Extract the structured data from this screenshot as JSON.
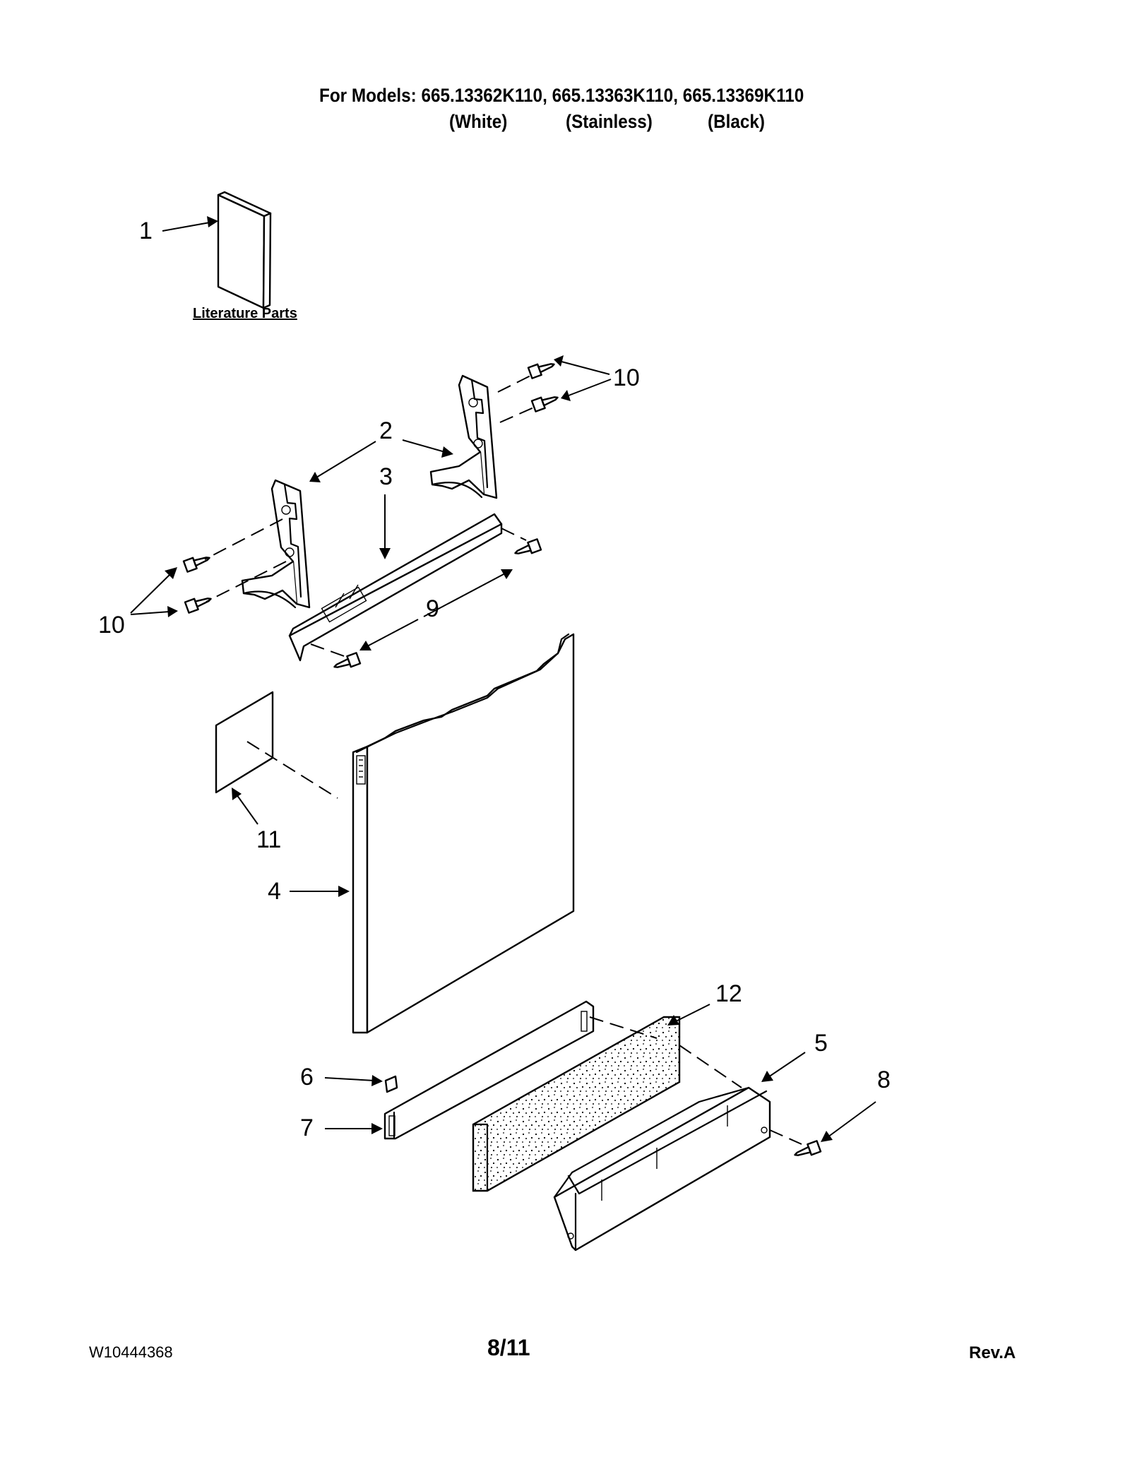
{
  "header": {
    "models_line": "For Models: 665.13362K110, 665.13363K110, 665.13369K110",
    "variants": [
      "(White)",
      "(Stainless)",
      "(Black)"
    ]
  },
  "literature_label": "Literature Parts",
  "callouts": {
    "c1": "1",
    "c2": "2",
    "c3": "3",
    "c4": "4",
    "c5": "5",
    "c6": "6",
    "c7": "7",
    "c8": "8",
    "c9": "9",
    "c10_top": "10",
    "c10_left": "10",
    "c11": "11",
    "c12": "12"
  },
  "footer": {
    "doc_number": "W10444368",
    "page": "8/11",
    "revision": "Rev.A"
  }
}
